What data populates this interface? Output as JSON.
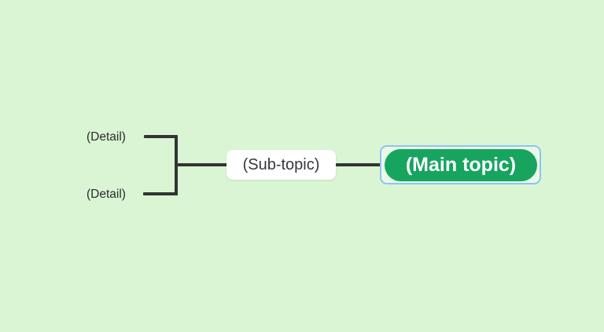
{
  "colors": {
    "canvas_bg": "#d9f5d3",
    "connector": "#333333",
    "main_fill": "#17a45e",
    "main_text": "#ffffff",
    "selection": "#8cc5ef",
    "sub_fill": "#ffffff",
    "sub_text": "#36363e",
    "detail_text": "#2c2c2c"
  },
  "diagram": {
    "type": "mindmap",
    "nodes": {
      "main_topic": {
        "label": "(Main topic)",
        "selected": true
      },
      "sub_topic": {
        "label": "(Sub-topic)"
      },
      "details": [
        {
          "label": "(Detail)"
        },
        {
          "label": "(Detail)"
        }
      ]
    }
  }
}
